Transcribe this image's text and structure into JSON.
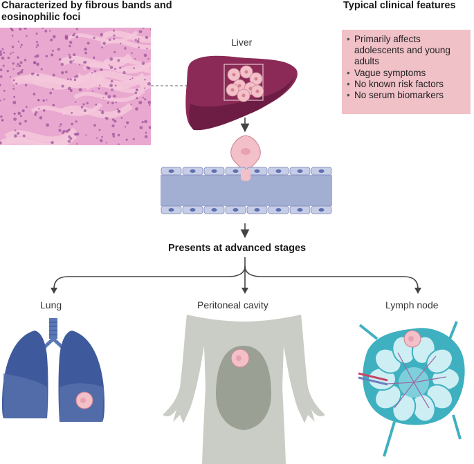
{
  "histology": {
    "title": "Characterized by fibrous bands and eosinophilic foci"
  },
  "clinical": {
    "title": "Typical clinical features",
    "items": [
      "Primarily affects adolescents and young adults",
      "Vague symptoms",
      "No known risk factors",
      "No serum biomarkers"
    ],
    "box_color": "#f1c1c8"
  },
  "labels": {
    "liver": "Liver",
    "advanced": "Presents at advanced stages",
    "lung": "Lung",
    "peritoneal": "Peritoneal cavity",
    "lymph": "Lymph node"
  },
  "colors": {
    "liver": "#8c2a57",
    "liver_dark": "#6d1d43",
    "vessel": "#a3aed3",
    "lung": "#3f5a9c",
    "body": "#c9cdc5",
    "lymph": "#41b6c4",
    "tumor": "#f3bfc9"
  }
}
